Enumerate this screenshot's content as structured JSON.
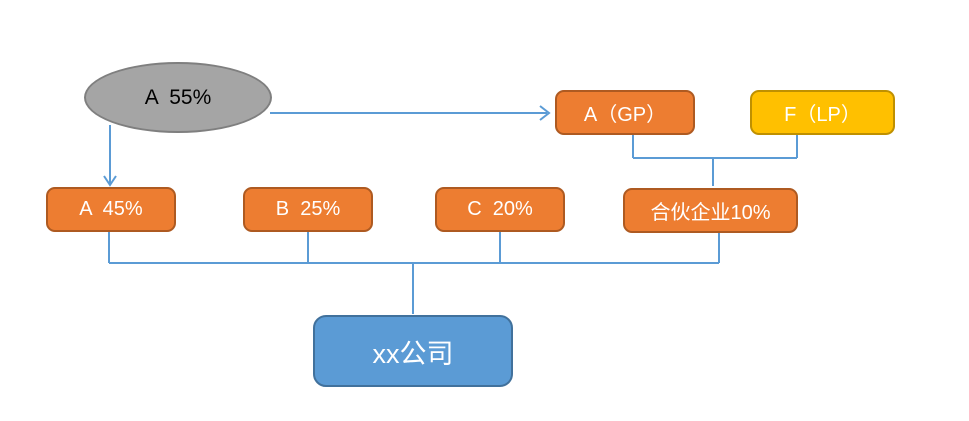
{
  "diagram": {
    "nodes": {
      "shareholder_a_top": {
        "label": "A  55%"
      },
      "a_gp": {
        "label": "A（GP）"
      },
      "f_lp": {
        "label": "F（LP）"
      },
      "a_45": {
        "label": "A  45%"
      },
      "b_25": {
        "label": "B  25%"
      },
      "c_20": {
        "label": "C  20%"
      },
      "partnership_10": {
        "label": "合伙企业10%"
      },
      "company": {
        "label": "xx公司"
      }
    },
    "colors": {
      "orange_fill": "#ED7D31",
      "orange_border": "#AE5A21",
      "gold_fill": "#FFC000",
      "gold_border": "#BF9000",
      "gray_fill": "#A5A5A5",
      "gray_border": "#7F7F7F",
      "blue_fill": "#5B9BD5",
      "blue_border": "#41719C",
      "connector": "#5B9BD5",
      "ellipse_text": "#000000",
      "box_text": "#FFFFFF",
      "background": "#FFFFFF"
    }
  }
}
